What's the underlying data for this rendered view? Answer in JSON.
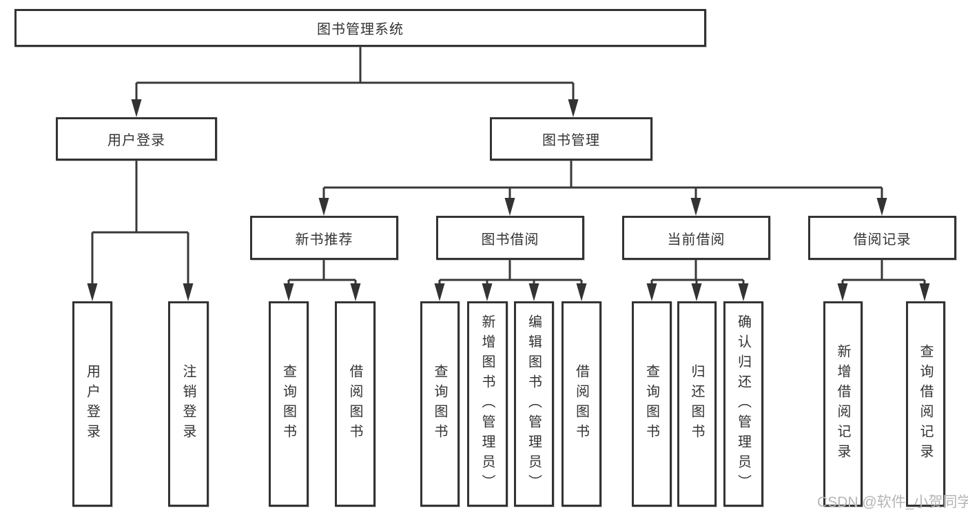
{
  "nodes": {
    "root": "图书管理系统",
    "user_login": "用户登录",
    "book_management": "图书管理",
    "new_book_recommend": "新书推荐",
    "book_borrowing": "图书借阅",
    "current_borrowing": "当前借阅",
    "borrowing_records": "借阅记录",
    "leaf_user_login": "用户登录",
    "leaf_logout": "注销登录",
    "leaf_query_books_recommend": "查询图书",
    "leaf_borrow_books_recommend": "借阅图书",
    "leaf_query_books_borrowing": "查询图书",
    "leaf_add_books_admin": "新增图书（管理员）",
    "leaf_edit_books_admin": "编辑图书（管理员）",
    "leaf_borrow_books_borrowing": "借阅图书",
    "leaf_query_books_current": "查询图书",
    "leaf_return_books": "归还图书",
    "leaf_confirm_return_admin": "确认归还（管理员）",
    "leaf_add_borrow_record": "新增借阅记录",
    "leaf_query_borrow_record": "查询借阅记录"
  },
  "hierarchy": {
    "图书管理系统": {
      "用户登录": [
        "用户登录",
        "注销登录"
      ],
      "图书管理": {
        "新书推荐": [
          "查询图书",
          "借阅图书"
        ],
        "图书借阅": [
          "查询图书",
          "新增图书（管理员）",
          "编辑图书（管理员）",
          "借阅图书"
        ],
        "当前借阅": [
          "查询图书",
          "归还图书",
          "确认归还（管理员）"
        ],
        "借阅记录": [
          "新增借阅记录",
          "查询借阅记录"
        ]
      }
    }
  },
  "watermark": "CSDN @软件_小贺同学",
  "colors": {
    "line": "#383838",
    "box_border": "#333333",
    "text": "#333333",
    "watermark": "#b5b5b5",
    "background": "#ffffff"
  }
}
